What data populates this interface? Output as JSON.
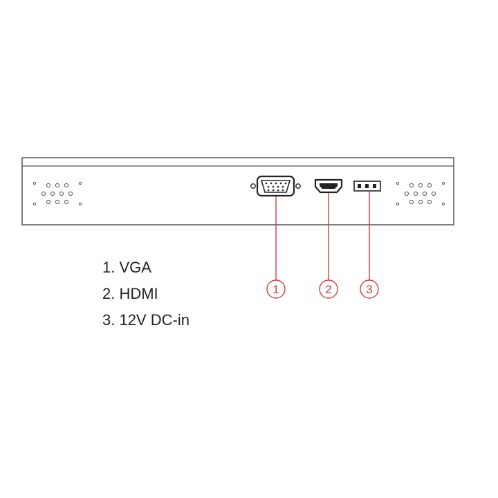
{
  "colors": {
    "outline": "#555555",
    "callout": "#d23b3b",
    "text": "#222222"
  },
  "icons": {
    "vga": "vga-port-icon",
    "hdmi": "hdmi-port-icon",
    "dc": "dc-power-port-icon",
    "vent": "vent-holes-icon"
  },
  "callouts": {
    "one": "1",
    "two": "2",
    "three": "3"
  },
  "legend": {
    "items": [
      "1. VGA",
      "2. HDMI",
      "3. 12V DC-in"
    ]
  }
}
